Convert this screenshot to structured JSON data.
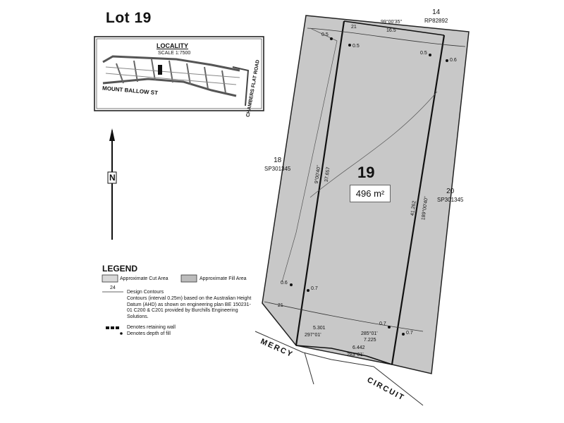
{
  "title": "Lot 19",
  "lot": {
    "number": "19",
    "area": "496",
    "area_unit": "m²"
  },
  "locality": {
    "heading": "LOCALITY",
    "scale": "SCALE 1:7500",
    "street_1": "MOUNT BALLOW ST",
    "street_2": "CHAMBERS FLAT ROAD"
  },
  "neighbours": {
    "rear": {
      "lot": "14",
      "plan": "RP82892"
    },
    "left": {
      "lot": "18",
      "plan": "SP301345"
    },
    "right": {
      "lot": "20",
      "plan": "SP301345"
    }
  },
  "dimensions": {
    "rear_bearing": "99°00'35\"",
    "rear_length": "16.5",
    "left_bearing": "9°00'40\"",
    "left_length": "37.657",
    "right_length": "41.262",
    "right_bearing": "189°00'40\"",
    "front_1_length": "5.301",
    "front_1_bearing": "297°01'",
    "front_2_bearing": "285°01'",
    "front_2_length": "7.225",
    "front_3_length": "6.442",
    "front_3_bearing": "283°01'"
  },
  "fill_depths": [
    "0.5",
    "0.5",
    "0.5",
    "0.6",
    "0.6",
    "0.7",
    "0.7",
    "0.7"
  ],
  "contours": [
    "21",
    "21"
  ],
  "streets": {
    "front_1": "MERCY",
    "front_2": "CIRCUIT"
  },
  "north_label": "N",
  "legend": {
    "title": "LEGEND",
    "cut": "Approximate Cut Area",
    "fill": "Approximate Fill Area",
    "contour_number": "24",
    "design_contours": "Design Contours",
    "contours_note": "Contours (interval 0.25m) based on the Australian Height Datum (AHD) as shown on engineering plan BE 150231-01 C200 & C201 provided by Burchills Engineering Solutions.",
    "retaining_wall": "Denotes retaining wall",
    "depth_of_fill": "Denotes depth of fill"
  },
  "colors": {
    "fill_area": "#c8c8c8",
    "line": "#222222"
  }
}
